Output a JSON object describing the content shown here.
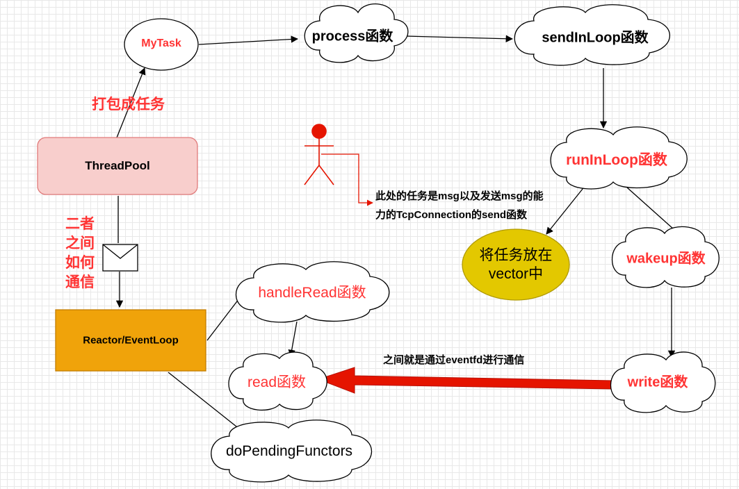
{
  "nodes": {
    "mytask": "MyTask",
    "threadpool": "ThreadPool",
    "reactor": "Reactor/EventLoop",
    "process": "process函数",
    "sendinloop": "sendInLoop函数",
    "runinloop": "runInLoop函数",
    "vector": [
      "将任务放在",
      "vector中"
    ],
    "wakeup": "wakeup函数",
    "handleread": "handleRead函数",
    "read": "read函数",
    "write": "write函数",
    "dopending": "doPendingFunctors"
  },
  "labels": {
    "pack_task": "打包成任务",
    "communicate": [
      "二者",
      "之间",
      "如何",
      "通信"
    ],
    "actor_note": [
      "此处的任务是msg以及发送msg的能",
      "力的TcpConnection的send函数"
    ],
    "eventfd_note": "之间就是通过eventfd进行通信"
  },
  "colors": {
    "threadpool_fill": "#f8cecc",
    "threadpool_stroke": "#e07b7b",
    "reactor_fill": "#f0a30a",
    "reactor_stroke": "#c27c00",
    "vector_fill": "#e3c800",
    "vector_stroke": "#b09a00",
    "red_text": "#ff3333",
    "actor": "#e51400",
    "big_arrow": "#e51400"
  },
  "icons": {
    "envelope": "envelope-icon",
    "actor": "actor-person-icon"
  }
}
